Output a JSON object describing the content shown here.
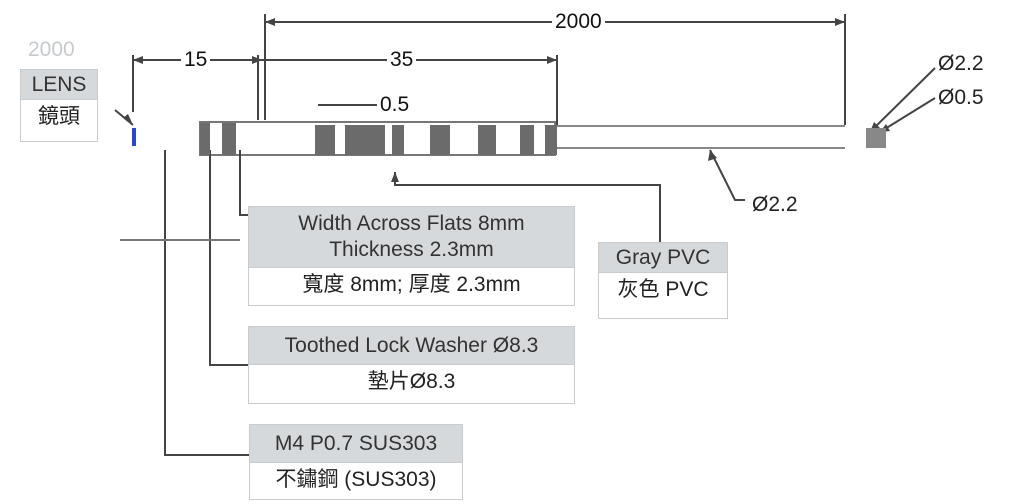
{
  "dimensions": {
    "overall_length": "2000",
    "overall_length_ghost": "2000",
    "lens_segment": "15",
    "body_segment": "35",
    "cable_tip_gap": "0.5"
  },
  "diameters": {
    "cable_outer": "Ø2.2",
    "cable_core": "Ø0.5",
    "cable_jacket": "Ø2.2"
  },
  "lens_box": {
    "title": "LENS",
    "subtitle": "鏡頭"
  },
  "cable_box": {
    "title": "Gray PVC",
    "subtitle": "灰色 PVC"
  },
  "nut_box": {
    "title": "Width Across Flats 8mm Thickness 2.3mm",
    "subtitle": "寬度 8mm; 厚度 2.3mm"
  },
  "washer_box": {
    "title": "Toothed Lock Washer Ø8.3",
    "subtitle": "墊片Ø8.3"
  },
  "thread_box": {
    "title": "M4 P0.7 SUS303",
    "subtitle": "不鏽鋼 (SUS303)"
  },
  "colors": {
    "box_header": "#d6d9db",
    "box_border": "#c9cccf",
    "line": "#444444",
    "lens_tip": "#2a49c8"
  }
}
